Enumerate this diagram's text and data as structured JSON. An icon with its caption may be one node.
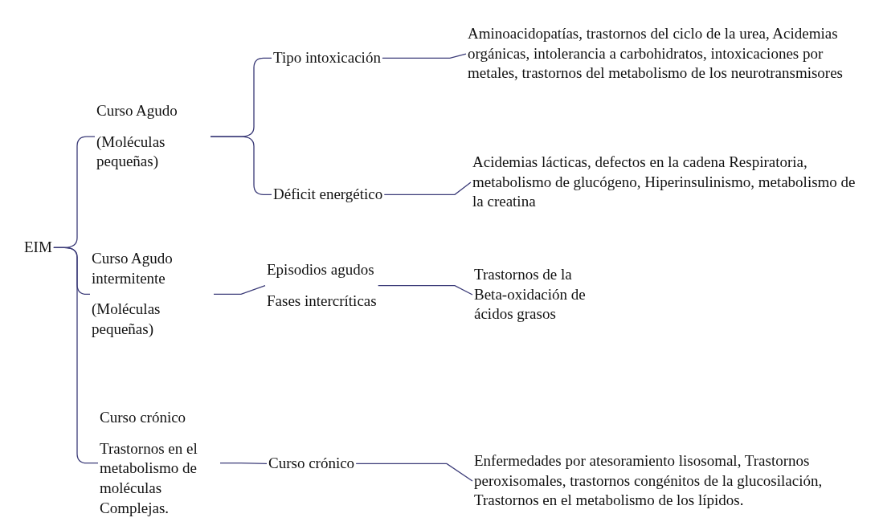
{
  "diagram": {
    "nodes": [
      {
        "text": [
          "EIM"
        ]
      },
      {
        "text": [
          "Curso Agudo",
          "(Moléculas pequeñas)"
        ]
      },
      {
        "text": [
          "Tipo intoxicación"
        ]
      },
      {
        "text": [
          "Aminoacidopatías, trastornos del ciclo de la urea, Acidemias orgánicas, intolerancia a carbohidratos, intoxicaciones por metales, trastornos del metabolismo de los neurotransmisores"
        ]
      },
      {
        "text": [
          "Déficit energético"
        ]
      },
      {
        "text": [
          "Acidemias lácticas, defectos en la cadena Respiratoria, metabolismo de glucógeno, Hiperinsulinismo, metabolismo de la creatina"
        ]
      },
      {
        "text": [
          "Curso Agudo intermitente",
          "(Moléculas pequeñas)"
        ]
      },
      {
        "text": [
          "Episodios agudos",
          "Fases intercríticas"
        ]
      },
      {
        "text": [
          "Trastornos de la Beta-oxidación de ácidos grasos"
        ]
      },
      {
        "text": [
          "Curso crónico",
          "Trastornos en el metabolismo de moléculas Complejas."
        ]
      },
      {
        "text": [
          "Curso crónico"
        ]
      },
      {
        "text": [
          "Enfermedades por atesoramiento lisosomal, Trastornos peroxisomales, trastornos congénitos de la glucosilación, Trastornos en el metabolismo de los lípidos."
        ]
      }
    ],
    "edges": [
      {
        "from": 0,
        "to": 1,
        "arrow": "none"
      },
      {
        "from": 0,
        "to": 6,
        "arrow": "none"
      },
      {
        "from": 0,
        "to": 9,
        "arrow": "none"
      },
      {
        "from": 1,
        "to": 2,
        "arrow": "none"
      },
      {
        "from": 1,
        "to": 4,
        "arrow": "none"
      },
      {
        "from": 6,
        "to": 7,
        "arrow": "none"
      },
      {
        "from": 9,
        "to": 10,
        "arrow": "none"
      },
      {
        "from": 2,
        "to": 3,
        "arrow": "none"
      },
      {
        "from": 4,
        "to": 5,
        "arrow": "none"
      },
      {
        "from": 7,
        "to": 8,
        "arrow": "none"
      },
      {
        "from": 10,
        "to": 11,
        "arrow": "none"
      }
    ]
  }
}
